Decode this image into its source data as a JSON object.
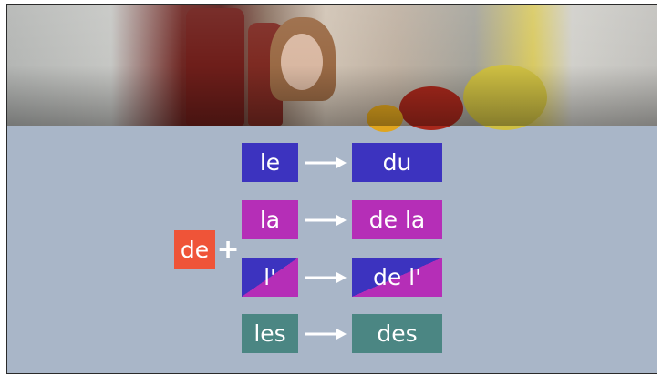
{
  "colors": {
    "background": "#a9b6c8",
    "masculine": "#3c33bf",
    "feminine": "#b52eb7",
    "plural": "#4b8683",
    "de": "#ef5438",
    "text": "#ffffff"
  },
  "prefix": {
    "word": "de",
    "operator": "+"
  },
  "rows": [
    {
      "article": "le",
      "result": "du",
      "color_key": "masculine"
    },
    {
      "article": "la",
      "result": "de la",
      "color_key": "feminine"
    },
    {
      "article": "l'",
      "result": "de l'",
      "color_key": "split"
    },
    {
      "article": "les",
      "result": "des",
      "color_key": "plural"
    }
  ],
  "icons": {
    "arrow": "right-arrow-icon"
  }
}
